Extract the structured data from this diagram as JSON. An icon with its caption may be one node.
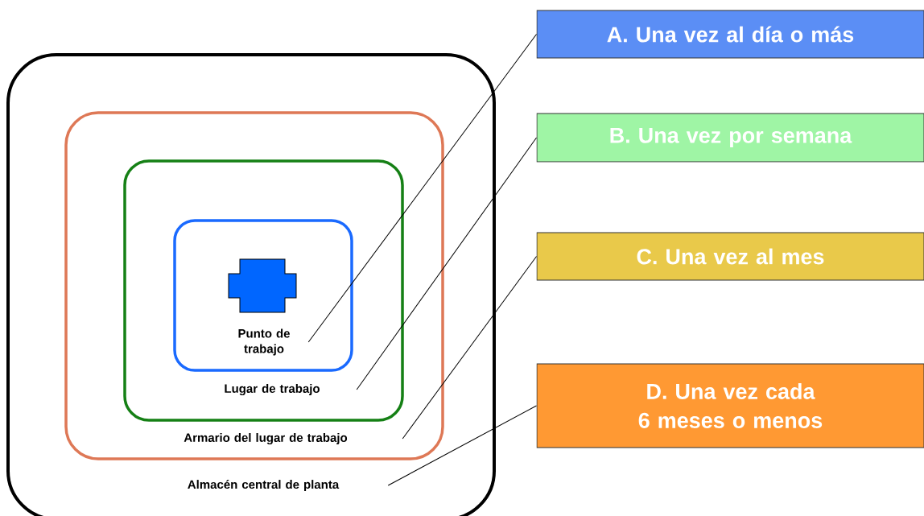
{
  "diagram": {
    "nodes": [
      {
        "text": [
          "Almacén central de planta"
        ]
      },
      {
        "text": [
          "Armario del lugar de trabajo"
        ],
        "in": 0
      },
      {
        "text": [
          "Lugar de trabajo"
        ],
        "in": 1
      },
      {
        "text": [
          "Punto de trabajo"
        ],
        "in": 2
      },
      {
        "text": [],
        "shape": "cross",
        "in": 3
      },
      {
        "text": [
          "A. Una vez al día o más"
        ]
      },
      {
        "text": [
          "B. Una vez por semana"
        ]
      },
      {
        "text": [
          "C. Una vez al mes"
        ]
      },
      {
        "text": [
          "D. Una vez cada 6 meses o menos"
        ]
      }
    ],
    "edges": [
      {
        "from": 3,
        "to": 5,
        "arrow": "none"
      },
      {
        "from": 2,
        "to": 6,
        "arrow": "none"
      },
      {
        "from": 1,
        "to": 7,
        "arrow": "none"
      },
      {
        "from": 0,
        "to": 8,
        "arrow": "none"
      }
    ]
  }
}
